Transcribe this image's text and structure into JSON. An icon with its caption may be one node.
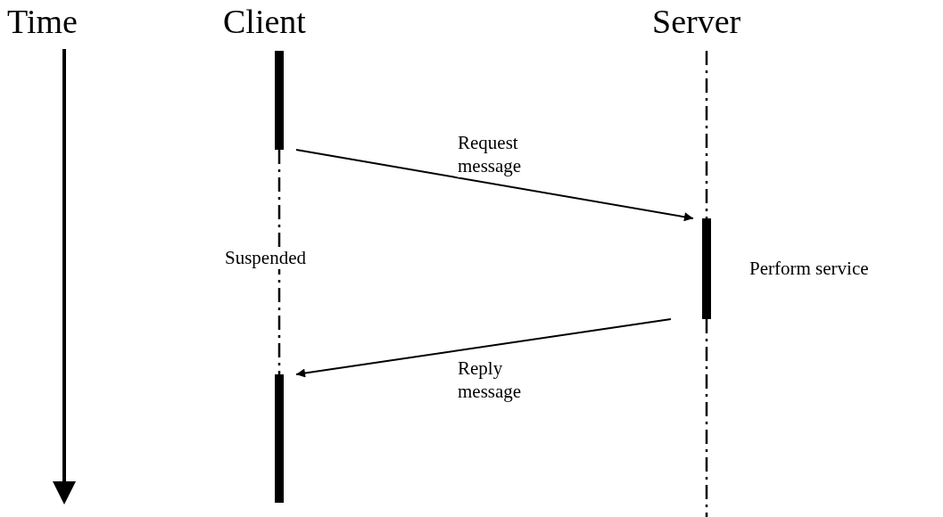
{
  "diagram": {
    "nodes": [
      {
        "text": [],
        "shape": "bar"
      },
      {
        "text": [],
        "shape": "bar"
      },
      {
        "text": [],
        "shape": "bar"
      }
    ],
    "edges": [
      {
        "from": 0,
        "to": 1,
        "arrow": "to",
        "label": "Request message"
      },
      {
        "from": 1,
        "to": 2,
        "arrow": "to",
        "label": "Reply message"
      },
      {
        "from": 0,
        "to": 2,
        "arrow": "none",
        "style": "dashed"
      },
      {
        "from": null,
        "to": 1,
        "arrow": "none",
        "style": "dashed"
      },
      {
        "from": 1,
        "to": null,
        "arrow": "none",
        "style": "dashed"
      }
    ],
    "labels": [
      "Time",
      "Client",
      "Server",
      "Suspended",
      "Perform service"
    ]
  }
}
